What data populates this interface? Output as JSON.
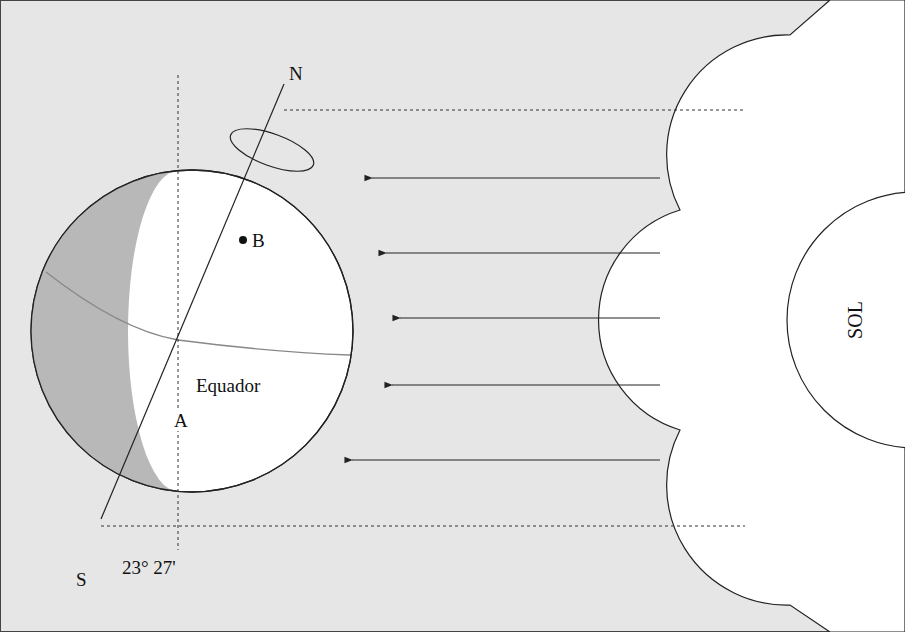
{
  "diagram": {
    "nodes": [
      {
        "text": [
          "SOL"
        ]
      }
    ],
    "labels": [
      "N",
      "B",
      "Equador",
      "A",
      "23° 27'",
      "S"
    ]
  }
}
